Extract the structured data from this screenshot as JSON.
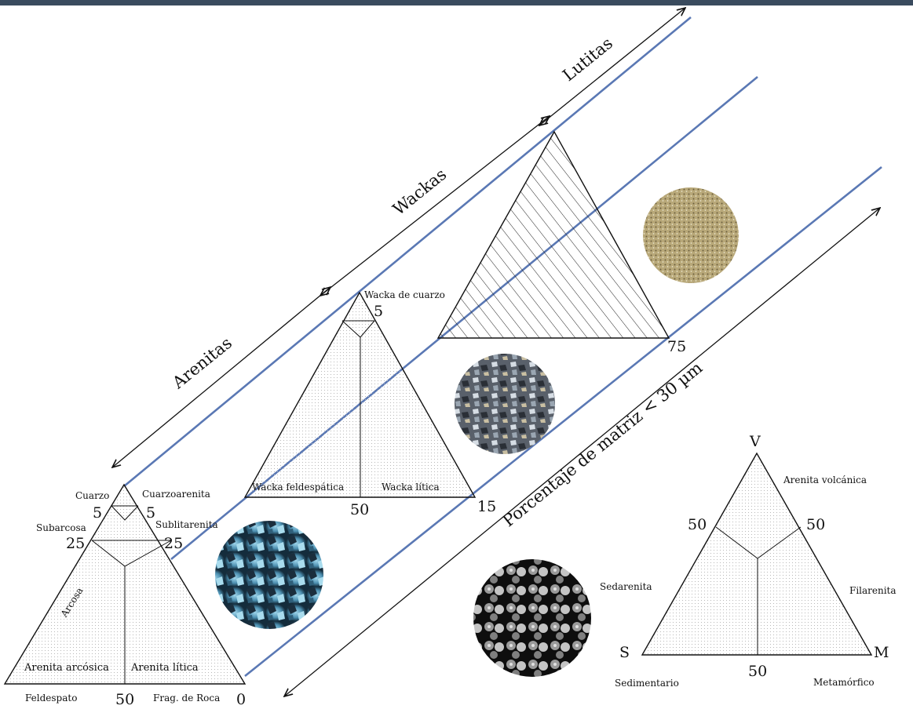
{
  "bands": {
    "arenitas": "Arenitas",
    "wackas": "Wackas",
    "lutitas": "Lutitas",
    "matrix_axis": "Porcentaje de matriz < 30 µm"
  },
  "arenita_triangle": {
    "cuarzo": "Cuarzo",
    "cuarzoarenita": "Cuarzoarenita",
    "subarcosa": "Subarcosa",
    "sublitarenita": "Sublitarenita",
    "arcosa": "Arcosa",
    "arenita_arcosica": "Arenita arcósica",
    "arenita_litica": "Arenita lítica",
    "feldespato": "Feldespato",
    "frag_roca": "Frag. de Roca",
    "val_5_left": "5",
    "val_5_right": "5",
    "val_25_left": "25",
    "val_25_right": "25",
    "val_50": "50",
    "val_0": "0"
  },
  "wacka_triangle": {
    "wacka_cuarzo": "Wacka de cuarzo",
    "wacka_feldespatica": "Wacka feldespática",
    "wacka_litica": "Wacka lítica",
    "val_5": "5",
    "val_50": "50",
    "val_15": "15"
  },
  "lutita_triangle": {
    "val_75": "75"
  },
  "lithic_triangle": {
    "v": "V",
    "s": "S",
    "m": "M",
    "arenita_volcanica": "Arenita volcánica",
    "sedarenita": "Sedarenita",
    "filarenita": "Filarenita",
    "sedimentario": "Sedimentario",
    "metamorfico": "Metamórfico",
    "val_50_left": "50",
    "val_50_right": "50",
    "val_50_bottom": "50"
  },
  "colors": {
    "band_line": "#5a78b4",
    "stipple": "#b8b8b8",
    "top_bar": "#3a4b5e"
  }
}
